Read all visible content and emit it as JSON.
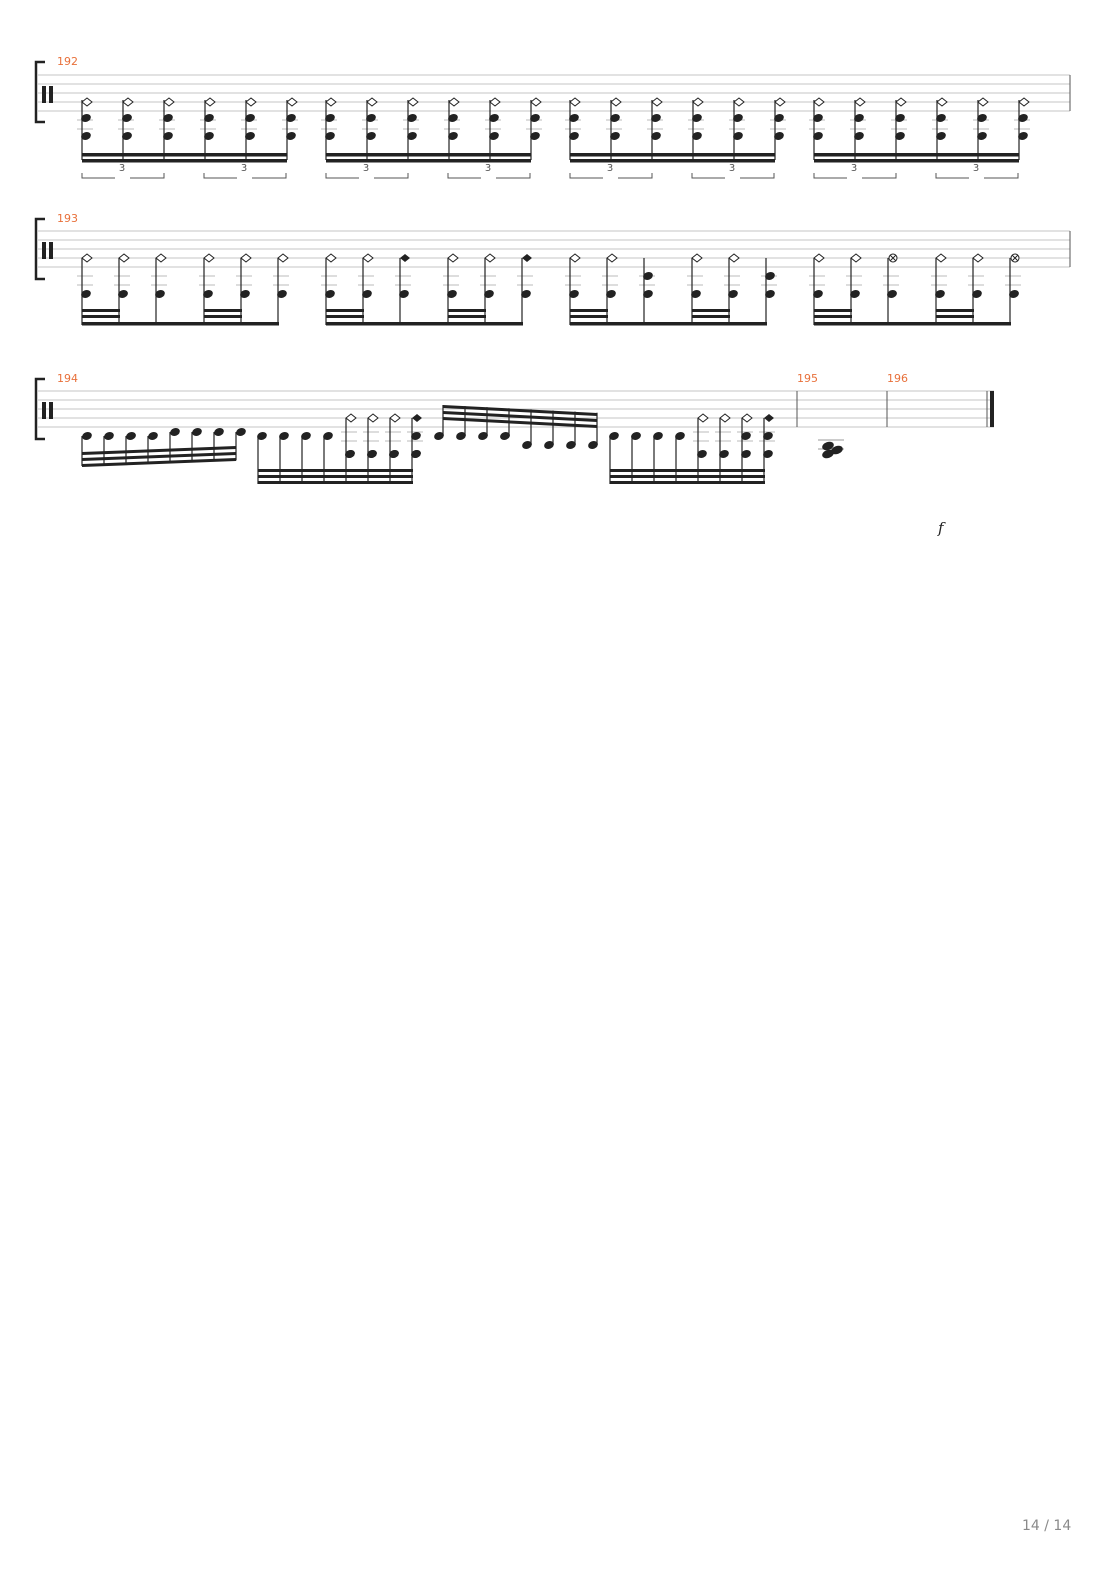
{
  "systems": [
    {
      "bars": [
        {
          "number": "192"
        }
      ],
      "tuplets": [
        "3",
        "3",
        "3",
        "3",
        "3",
        "3",
        "3",
        "3"
      ]
    },
    {
      "bars": [
        {
          "number": "193"
        }
      ]
    },
    {
      "bars": [
        {
          "number": "194"
        },
        {
          "number": "195"
        },
        {
          "number": "196"
        }
      ]
    }
  ],
  "dynamic": "f",
  "page_number": "14 / 14",
  "colors": {
    "bar_number": "#e8703a",
    "ink": "#222222",
    "staff_line": "#bdbdbd"
  }
}
